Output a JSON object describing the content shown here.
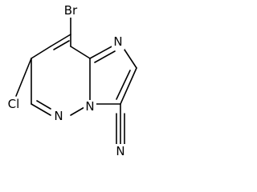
{
  "structure": {
    "atoms": {
      "bromine": "Br",
      "chlorine": "Cl",
      "nitrogen_imidazole": "N",
      "nitrogen_pyridazine": "N",
      "nitrogen_bridgehead": "N",
      "nitrogen_nitrile": "N"
    },
    "colors": {
      "bond": "#000000",
      "label": "#000000",
      "background": "#ffffff"
    }
  }
}
